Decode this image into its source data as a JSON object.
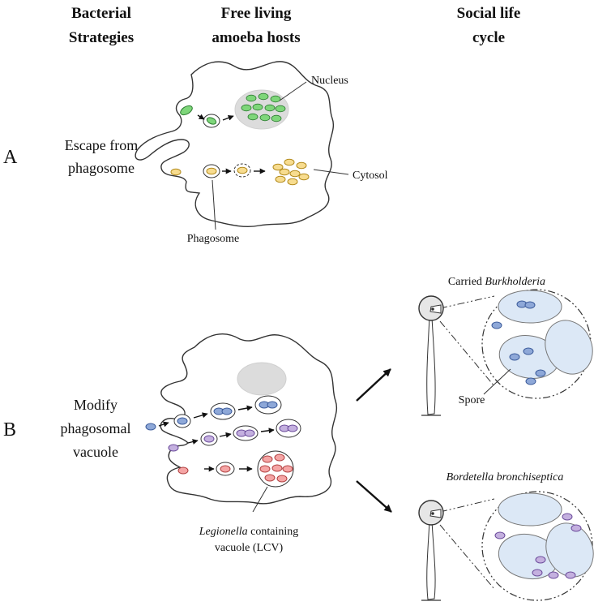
{
  "headers": {
    "col1": [
      "Bacterial",
      "Strategies"
    ],
    "col2": [
      "Free living",
      "amoeba hosts"
    ],
    "col3": [
      "Social life",
      "cycle"
    ]
  },
  "panel_a": {
    "letter": "A",
    "strategy": [
      "Escape from",
      "phagosome"
    ],
    "labels": {
      "nucleus": "Nucleus",
      "cytosol": "Cytosol",
      "phagosome": "Phagosome"
    }
  },
  "panel_b": {
    "letter": "B",
    "strategy": [
      "Modify",
      "phagosomal",
      "vacuole"
    ],
    "lcv_label": {
      "italic_part": "Legionella",
      "rest": " containing",
      "line2": "vacuole (LCV)"
    },
    "burkholderia_title": {
      "prefix": "Carried ",
      "italic": "Burkholderia"
    },
    "spore_label": "Spore",
    "bordetella_title": "Bordetella bronchiseptica"
  },
  "colors": {
    "green": "#7ed67a",
    "yellow": "#f7dc8f",
    "blue": "#8ea8d8",
    "purple": "#c4b0df",
    "red": "#f5a5a5",
    "nucleus_gray": "#dcdcdc",
    "spore_fill": "#dce8f6"
  }
}
